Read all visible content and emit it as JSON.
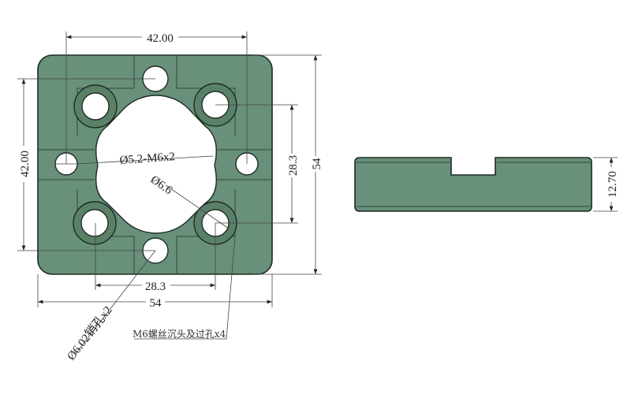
{
  "colors": {
    "part": "#68907a",
    "outline": "#1e2b23"
  },
  "dims": {
    "top_width": "42.00",
    "left_height": "42.00",
    "right_inner": "28.3",
    "right_total": "54",
    "bottom_inner": "28.3",
    "bottom_total": "54",
    "side_thickness": "12.70"
  },
  "callouts": {
    "tapped_hole": "Ø5.2-M6x2",
    "center_bore": "Ø6.6",
    "pin_hole": "Ø6.02销孔x2",
    "counterbore": "M6螺丝沉头及过孔x4"
  }
}
